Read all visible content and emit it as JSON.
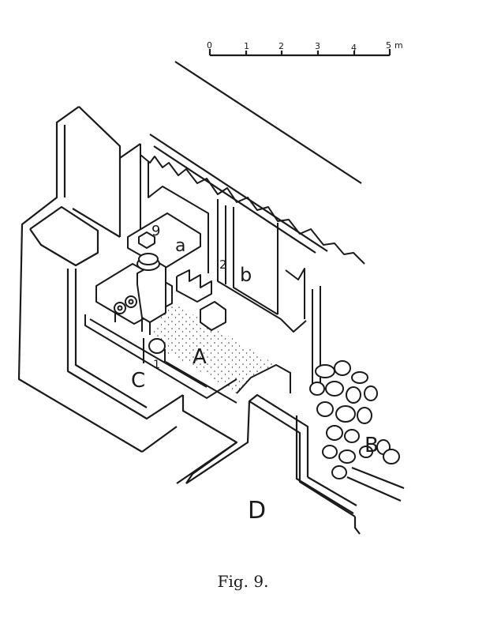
{
  "scale_bar": {
    "ticks": [
      "0",
      "1",
      "2",
      "3",
      "4",
      "5"
    ],
    "unit": "m"
  },
  "labels": {
    "A": "A",
    "B": "B",
    "C": "C",
    "D": "D",
    "a": "a",
    "b": "b",
    "num_9": "9",
    "num_2": "2",
    "num_1": "1"
  },
  "caption": "Fig. 9."
}
